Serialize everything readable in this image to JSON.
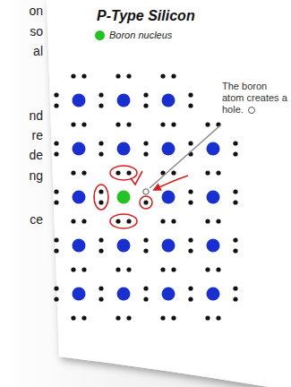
{
  "diagram": {
    "title": "P-Type Silicon",
    "labels": [
      "on",
      "so",
      "al",
      "nd",
      "re",
      "de",
      "ng",
      "ce",
      "The boron atom creates a hole."
    ],
    "legend": [
      {
        "text": "Boron nucleus",
        "color": "#22c322"
      }
    ]
  }
}
